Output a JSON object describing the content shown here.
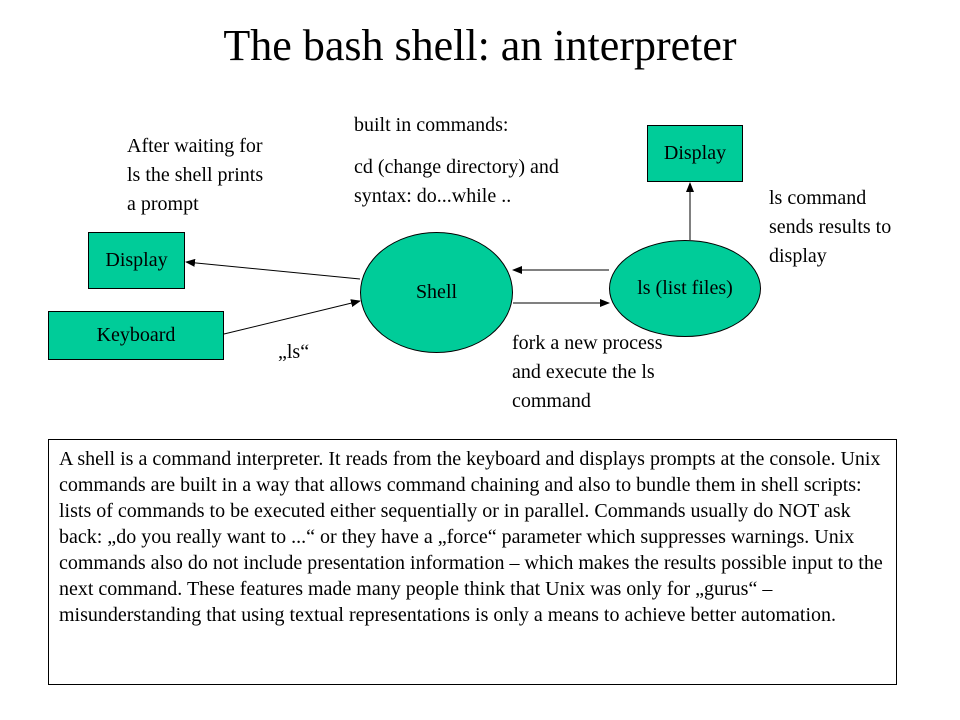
{
  "title": "The bash shell: an interpreter",
  "notes": {
    "after_waiting": [
      "After waiting for",
      "ls the shell prints",
      "a prompt"
    ],
    "builtin_heading": "built in commands:",
    "builtin_examples": [
      "cd (change directory) and",
      "syntax: do...while .."
    ],
    "ls_sends": [
      "ls command",
      "sends results to",
      "display"
    ],
    "fork": [
      "fork a new process",
      "and execute the ls",
      "command"
    ],
    "ls_quote": "„ls“"
  },
  "nodes": {
    "display_left": "Display",
    "keyboard": "Keyboard",
    "shell": "Shell",
    "ls_process": "ls (list files)",
    "display_right": "Display"
  },
  "colors": {
    "node_fill": "#00cc99",
    "arrow": "#000000"
  },
  "description": "A shell is a command interpreter. It reads from the keyboard and displays prompts at the console. Unix commands are built in a way that allows command chaining and also to bundle them in shell scripts: lists of commands to be executed either sequentially or in parallel. Commands usually do NOT ask back: „do you really want to ...“ or they have a „force“ parameter which suppresses warnings. Unix commands also do not include presentation information – which makes the results possible input to the next command. These features made many people think that Unix was only for „gurus“ – misunderstanding that using textual representations is only a means to achieve better automation."
}
